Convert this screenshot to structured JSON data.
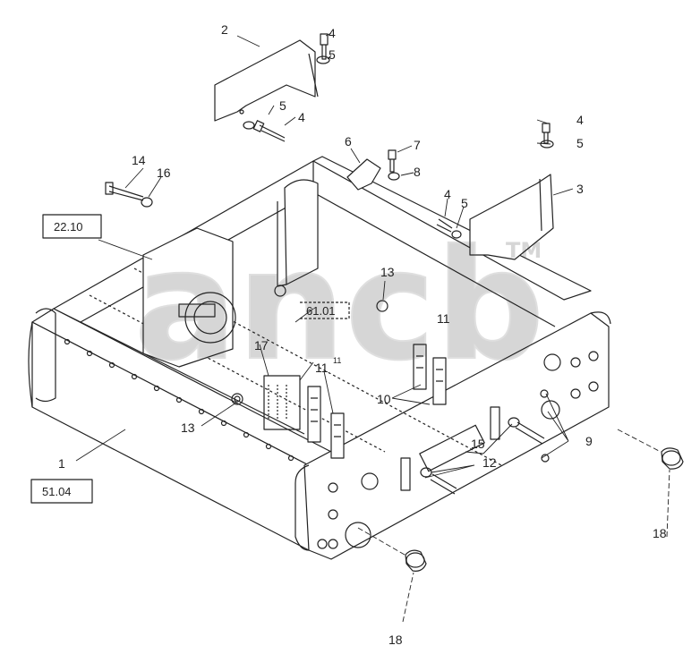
{
  "diagram": {
    "callouts": {
      "c1": "1",
      "c2": "2",
      "c3": "3",
      "c4a": "4",
      "c4b": "4",
      "c4c": "4",
      "c4d": "4",
      "c5a": "5",
      "c5b": "5",
      "c5c": "5",
      "c5d": "5",
      "c6": "6",
      "c7": "7",
      "c8": "8",
      "c9": "9",
      "c10": "10",
      "c11a": "11",
      "c11b": "11",
      "c11c": "11",
      "c12": "12",
      "c13a": "13",
      "c13b": "13",
      "c14": "14",
      "c15": "15",
      "c16": "16",
      "c17": "17",
      "c18a": "18",
      "c18b": "18"
    },
    "refs": {
      "r1": "22.10",
      "r2": "61.01",
      "r3": "51.04"
    }
  },
  "watermark": {
    "text": "ancb",
    "tm": "TM"
  }
}
